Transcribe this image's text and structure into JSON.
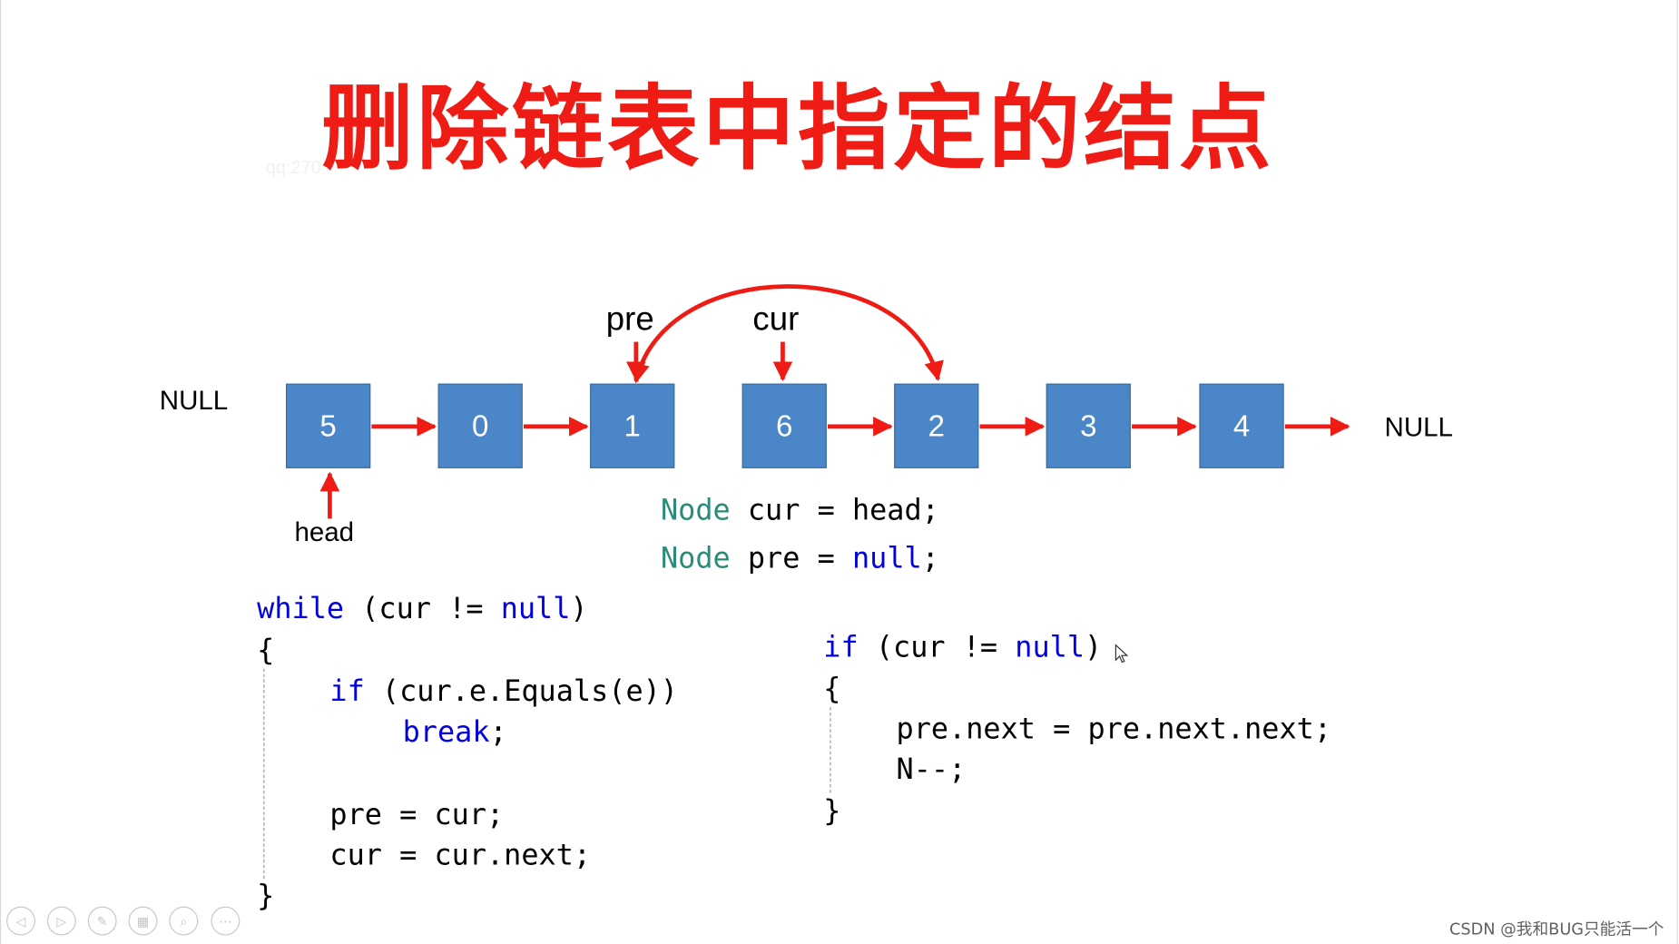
{
  "slide": {
    "title": "删除链表中指定的结点",
    "watermark": "qq:270"
  },
  "diagram": {
    "left_null": "NULL",
    "right_null": "NULL",
    "head_label": "head",
    "pre_label": "pre",
    "cur_label": "cur",
    "nodes": [
      "5",
      "0",
      "1",
      "6",
      "2",
      "3",
      "4"
    ],
    "arrow_color": "#ee1c14",
    "node_color": "#4a86c8"
  },
  "code": {
    "init_line1": {
      "type": "Node",
      "rest": " cur = head;"
    },
    "init_line2": {
      "type": "Node",
      "rest": " pre = ",
      "kw": "null",
      "end": ";"
    },
    "loop": {
      "l1_kw": "while",
      "l1_mid": " (cur != ",
      "l1_null": "null",
      "l1_end": ")",
      "l2": "{",
      "l3_kw": "if",
      "l3_rest": " (cur.e.Equals(e))",
      "l4_kw": "break",
      "l4_rest": ";",
      "l5": "pre = cur;",
      "l6": "cur = cur.next;",
      "l7": "}"
    },
    "remove": {
      "l1_kw": "if",
      "l1_mid": " (cur != ",
      "l1_null": "null",
      "l1_end": ")",
      "l2": "{",
      "l3": "pre.next = pre.next.next;",
      "l4": "N--;",
      "l5": "}"
    }
  },
  "toolbar": {
    "prev_icon": "◁",
    "next_icon": "▷",
    "pen_icon": "✎",
    "grid_icon": "▦",
    "zoom_icon": "⌕",
    "more_icon": "⋯"
  },
  "credit": "CSDN @我和BUG只能活一个"
}
